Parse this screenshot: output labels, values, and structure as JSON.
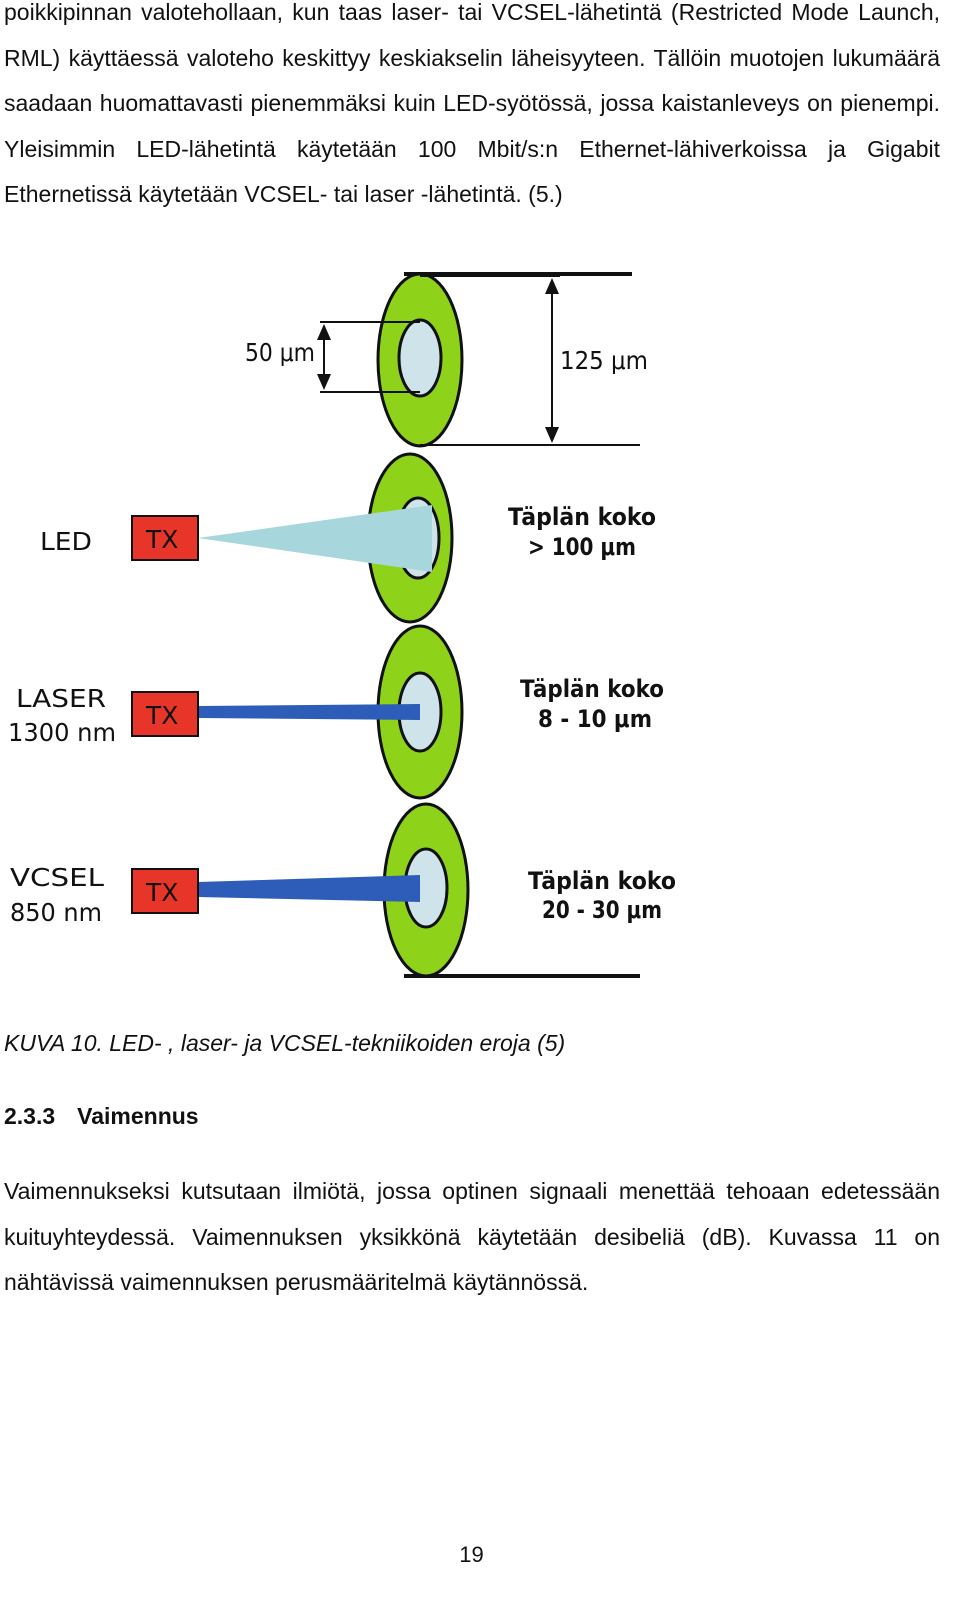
{
  "paragraphs": {
    "top": "poikkipinnan valotehollaan, kun taas laser- tai VCSEL-lähetintä (Restricted Mode Launch, RML) käyttäessä valoteho keskittyy keskiakselin läheisyyteen. Tällöin muotojen lukumäärä saadaan huomattavasti pienemmäksi kuin LED-syötössä, jossa kaistanleveys on pienempi. Yleisimmin LED-lähetintä käytetään 100 Mbit/s:n Ethernet-lähiverkoissa ja Gigabit Ethernetissä käytetään VCSEL- tai laser -lähetintä. (5.)",
    "bottom": "Vaimennukseksi kutsutaan ilmiötä, jossa optinen signaali menettää tehoaan edetessään kuituyhteydessä. Vaimennuksen yksikkönä käytetään desibeliä (dB). Kuvassa 11 on nähtävissä vaimennuksen perusmääritelmä käytännössä."
  },
  "figure": {
    "dim_core": "50 μm",
    "dim_cladding": "125 μm",
    "tx_label": "TX",
    "sources": [
      {
        "name": "LED",
        "wavelength": "",
        "spot_label": "Täplän koko",
        "spot_size": "> 100 μm"
      },
      {
        "name": "LASER",
        "wavelength": "1300 nm",
        "spot_label": "Täplän koko",
        "spot_size": "8 - 10 μm"
      },
      {
        "name": "VCSEL",
        "wavelength": "850 nm",
        "spot_label": "Täplän koko",
        "spot_size": "20 - 30 μm"
      }
    ],
    "colors": {
      "cladding": "#8fd21a",
      "core": "#cfe4ea",
      "tx_box": "#e8352a",
      "led_beam": "#a7d7dc",
      "laser_beam": "#2d5db8"
    }
  },
  "caption": "KUVA 10. LED- , laser- ja VCSEL-tekniikoiden eroja (5)",
  "section": {
    "number": "2.3.3",
    "title": "Vaimennus"
  },
  "page_number": "19"
}
